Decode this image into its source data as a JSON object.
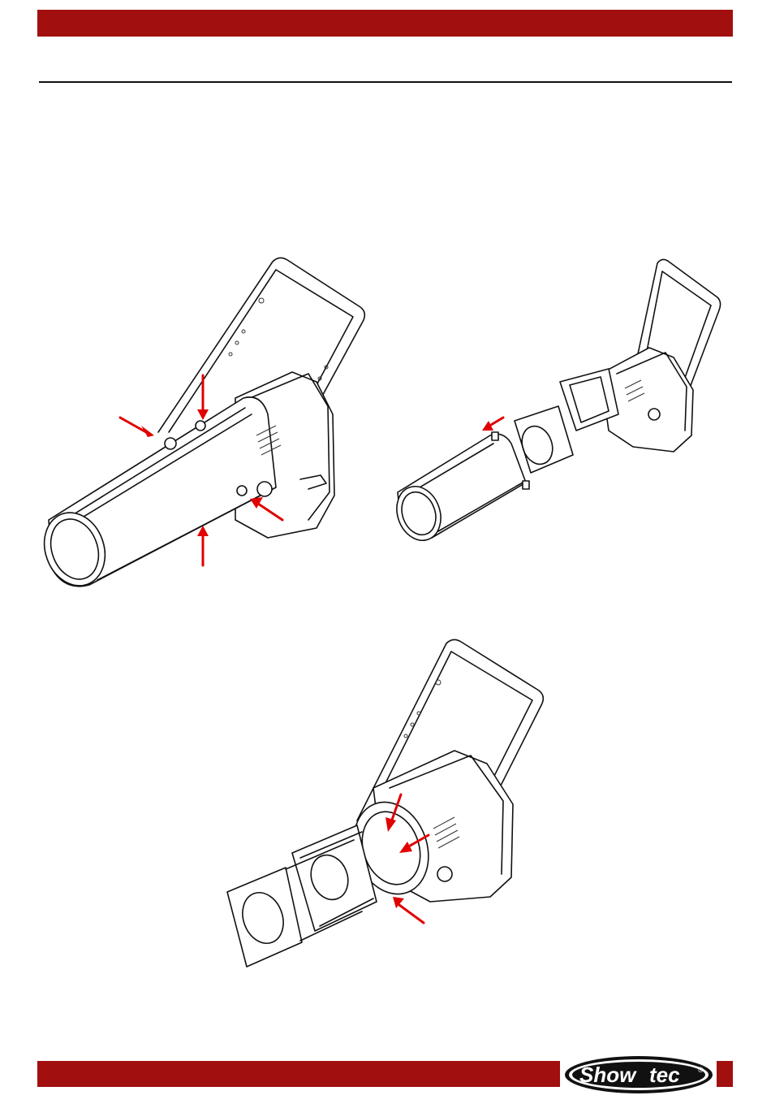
{
  "page": {
    "accent_color": "#a20f0f",
    "arrow_color": "#e00000"
  },
  "logo": {
    "text_primary": "Show",
    "text_secondary": "tec",
    "registered_mark": "®"
  },
  "figures": [
    {
      "name": "assembled-fixture",
      "arrow_count": 4
    },
    {
      "name": "lens-tube-removed",
      "arrow_count": 1
    },
    {
      "name": "gobo-module-exposed",
      "arrow_count": 3
    }
  ]
}
